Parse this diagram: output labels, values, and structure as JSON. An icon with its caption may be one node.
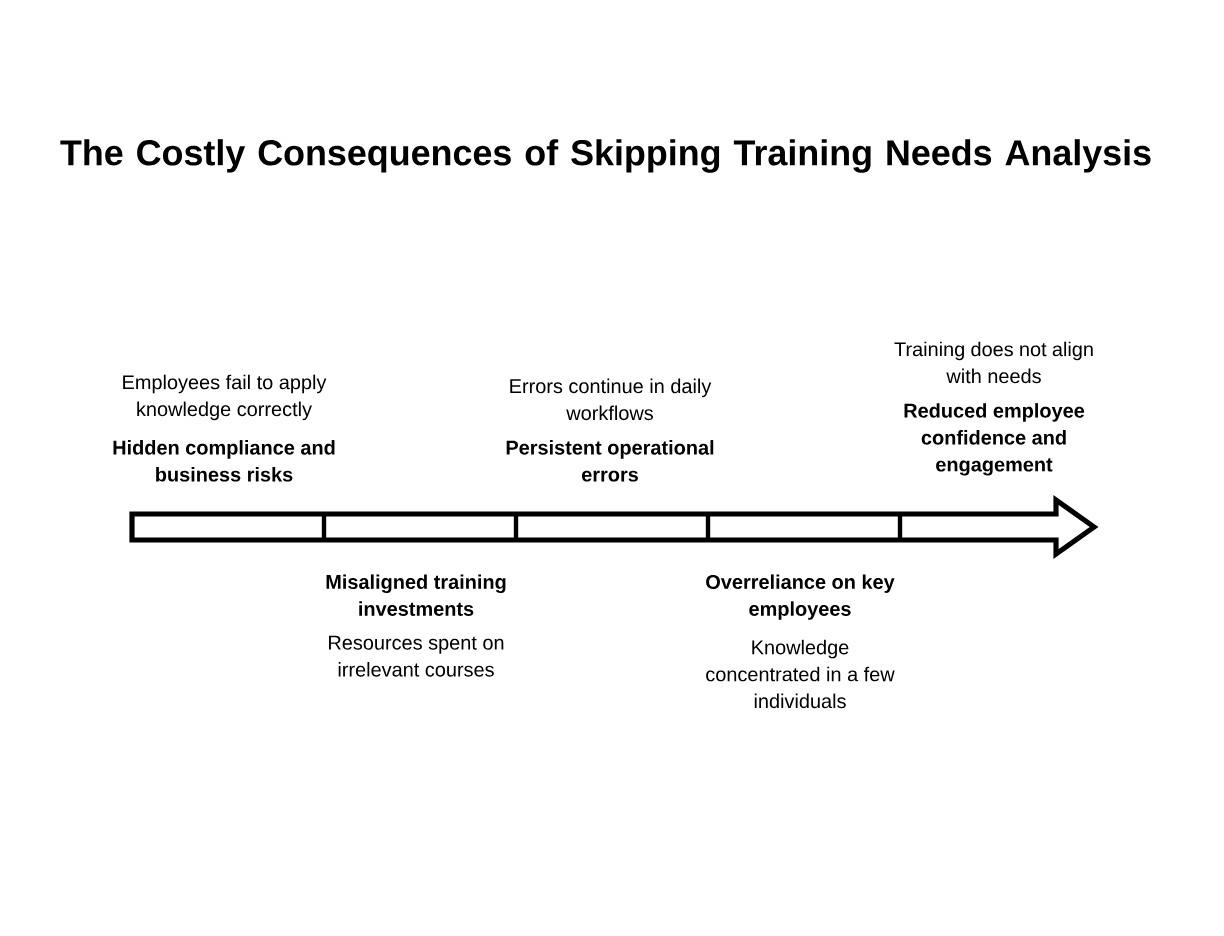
{
  "diagram": {
    "title": "The Costly Consequences of Skipping Training Needs Analysis",
    "nodes": [
      {
        "text": [
          "Employees fail to apply knowledge correctly",
          "Hidden compliance and business risks"
        ]
      },
      {
        "text": [
          "Misaligned training investments",
          "Resources spent on irrelevant courses"
        ]
      },
      {
        "text": [
          "Errors continue in daily workflows",
          "Persistent operational errors"
        ]
      },
      {
        "text": [
          "Overreliance on key employees",
          "Knowledge concentrated in a few individuals"
        ]
      },
      {
        "text": [
          "Training does not align with needs",
          "Reduced employee confidence and engagement"
        ]
      }
    ],
    "edges": []
  }
}
